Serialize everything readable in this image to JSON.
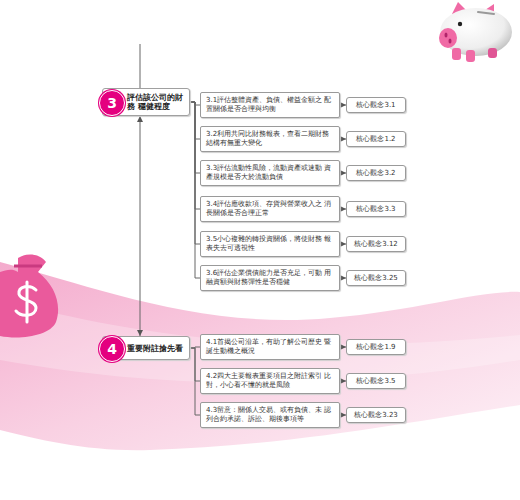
{
  "diagram": {
    "nodes": [
      {
        "text": [
          "3",
          "評估該公司的財務 穩健程度"
        ]
      },
      {
        "text": [
          "3.1評估整體資產、負債、權益金額之 配置關係是否合理與均衡"
        ]
      },
      {
        "text": [
          "核心觀念3.1"
        ]
      },
      {
        "text": [
          "3.2利用共同比財務報表，查看二期財務 結構有無重大變化"
        ]
      },
      {
        "text": [
          "核心觀念1.2"
        ]
      },
      {
        "text": [
          "3.3評估流動性風險，流動資產或速動 資產規模是否大於流動負債"
        ]
      },
      {
        "text": [
          "核心觀念3.2"
        ]
      },
      {
        "text": [
          "3.4評估應收款項、存貨與營業收入之 消長關係是否合理正常"
        ]
      },
      {
        "text": [
          "核心觀念3.3"
        ]
      },
      {
        "text": [
          "3.5小心複雜的轉投資關係，將使財務 報表失去可透視性"
        ]
      },
      {
        "text": [
          "核心觀念3.12"
        ]
      },
      {
        "text": [
          "3.6評估企業償債能力是否充足，可動 用融資額與財務彈性是否穩健"
        ]
      },
      {
        "text": [
          "核心觀念3.25"
        ]
      },
      {
        "text": [
          "4",
          "重要附註搶先看"
        ]
      },
      {
        "text": [
          "4.1首揭公司沿革，有助了解公司歷史 暨誕生動機之概況"
        ]
      },
      {
        "text": [
          "核心觀念1.9"
        ]
      },
      {
        "text": [
          "4.2四大主要報表重要項目之附註索引 比對，小心看不懂的就是風險"
        ]
      },
      {
        "text": [
          "核心觀念3.5"
        ]
      },
      {
        "text": [
          "4.3留意：關係人交易、或有負債、未 認列合約承諾、訴訟、期後事項等"
        ]
      },
      {
        "text": [
          "核心觀念3.23"
        ]
      }
    ],
    "edges": [
      {
        "from": 0,
        "to": 1,
        "arrow": "none"
      },
      {
        "from": 1,
        "to": 2,
        "arrow": "to"
      },
      {
        "from": 0,
        "to": 3,
        "arrow": "none"
      },
      {
        "from": 3,
        "to": 4,
        "arrow": "to"
      },
      {
        "from": 0,
        "to": 5,
        "arrow": "none"
      },
      {
        "from": 5,
        "to": 6,
        "arrow": "to"
      },
      {
        "from": 0,
        "to": 7,
        "arrow": "none"
      },
      {
        "from": 7,
        "to": 8,
        "arrow": "to"
      },
      {
        "from": 0,
        "to": 9,
        "arrow": "none"
      },
      {
        "from": 9,
        "to": 10,
        "arrow": "to"
      },
      {
        "from": 0,
        "to": 11,
        "arrow": "none"
      },
      {
        "from": 11,
        "to": 12,
        "arrow": "to"
      },
      {
        "from": 0,
        "to": 13,
        "arrow": "both"
      },
      {
        "from": 13,
        "to": 14,
        "arrow": "none"
      },
      {
        "from": 14,
        "to": 15,
        "arrow": "to"
      },
      {
        "from": 13,
        "to": 16,
        "arrow": "none"
      },
      {
        "from": 16,
        "to": 17,
        "arrow": "to"
      },
      {
        "from": 13,
        "to": 18,
        "arrow": "none"
      },
      {
        "from": 18,
        "to": 19,
        "arrow": "to"
      }
    ]
  }
}
